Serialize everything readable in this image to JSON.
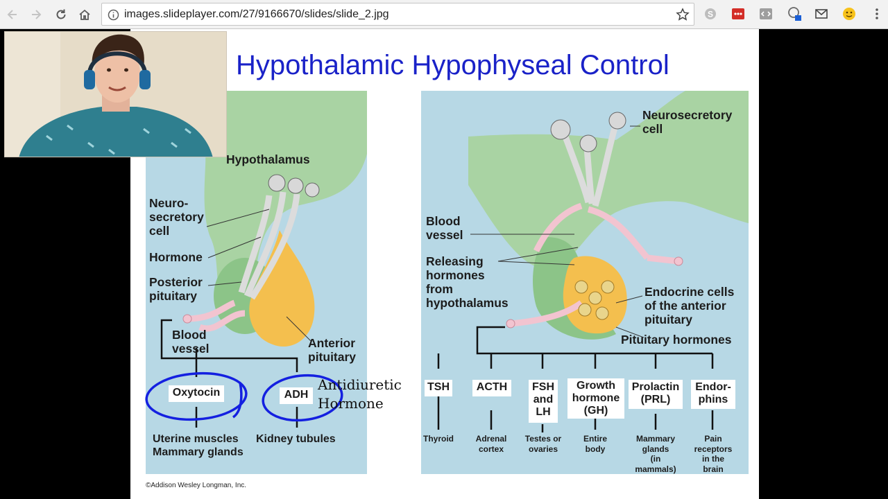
{
  "browser": {
    "url": "images.slideplayer.com/27/9166670/slides/slide_2.jpg"
  },
  "slide": {
    "title": "Hypothalamic Hypophyseal Control",
    "copyright": "©Addison Wesley Longman, Inc.",
    "left": {
      "hypothalamus": "Hypothalamus",
      "neurosecretory": [
        "Neuro-",
        "secretory",
        "cell"
      ],
      "hormone": "Hormone",
      "posterior": [
        "Posterior",
        "pituitary"
      ],
      "blood_vessel": [
        "Blood",
        "vessel"
      ],
      "anterior": [
        "Anterior",
        "pituitary"
      ],
      "oxytocin": "Oxytocin",
      "adh": "ADH",
      "uterine": [
        "Uterine muscles",
        "Mammary glands"
      ],
      "kidney": "Kidney tubules",
      "annotation": [
        "Antidiuretic",
        "Hormone"
      ]
    },
    "right": {
      "neurosecretory": [
        "Neurosecretory",
        "cell"
      ],
      "blood_vessel": [
        "Blood",
        "vessel"
      ],
      "releasing": [
        "Releasing",
        "hormones",
        "from",
        "hypothalamus"
      ],
      "endocrine": [
        "Endocrine cells",
        "of the anterior",
        "pituitary"
      ],
      "pituitary_hormones": "Pituitary hormones",
      "hormones": [
        {
          "label": [
            "TSH"
          ],
          "target": [
            "Thyroid"
          ]
        },
        {
          "label": [
            "ACTH"
          ],
          "target": [
            "Adrenal",
            "cortex"
          ]
        },
        {
          "label": [
            "FSH",
            "and",
            "LH"
          ],
          "target": [
            "Testes or",
            "ovaries"
          ]
        },
        {
          "label": [
            "Growth",
            "hormone",
            "(GH)"
          ],
          "target": [
            "Entire",
            "body"
          ]
        },
        {
          "label": [
            "Prolactin",
            "(PRL)"
          ],
          "target": [
            "Mammary",
            "glands",
            "(in",
            "mammals)"
          ]
        },
        {
          "label": [
            "Endor-",
            "phins"
          ],
          "target": [
            "Pain",
            "receptors",
            "in the",
            "brain"
          ]
        }
      ]
    }
  },
  "colors": {
    "title": "#1a22c8",
    "panel": "#b7d8e5",
    "hypothalamus": "#a9d3a3",
    "anterior": "#f4bf4e",
    "vessel": "#f2c4d0",
    "annotation_ink": "#1420e0"
  }
}
